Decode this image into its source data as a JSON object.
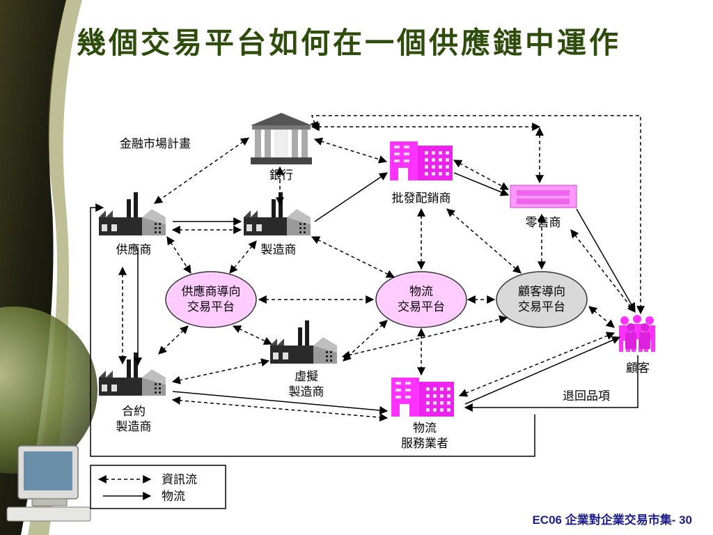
{
  "title": "幾個交易平台如何在一個供應鏈中運作",
  "labels": {
    "finance_plan": "金融市場計畫",
    "bank": "銀行",
    "wholesaler": "批發配銷商",
    "retailer": "零售商",
    "supplier": "供應商",
    "manufacturer": "製造商",
    "supplier_platform": [
      "供應商導向",
      "交易平台"
    ],
    "logistics_platform": [
      "物流",
      "交易平台"
    ],
    "customer_platform": [
      "顧客導向",
      "交易平台"
    ],
    "virtual_manufacturer": [
      "虛擬",
      "製造商"
    ],
    "customer": "顧客",
    "contract_manufacturer": [
      "合約",
      "製造商"
    ],
    "logistics_provider": [
      "物流",
      "服務業者"
    ],
    "returns": "退回品項"
  },
  "legend": {
    "info_flow": "資訊流",
    "goods_flow": "物流"
  },
  "footer": "EC06 企業對企業交易市集- 30",
  "colors": {
    "title": "#2e4d0c",
    "footer": "#1c1c8c",
    "magenta": "#ff33ff",
    "pink_fill": "#ff99ff",
    "platform_pink": "#ffccff",
    "platform_gray": "#d9d9d9"
  },
  "icons": [
    "bank-icon",
    "factory-icon",
    "building-icon",
    "people-icon",
    "computer-icon"
  ]
}
